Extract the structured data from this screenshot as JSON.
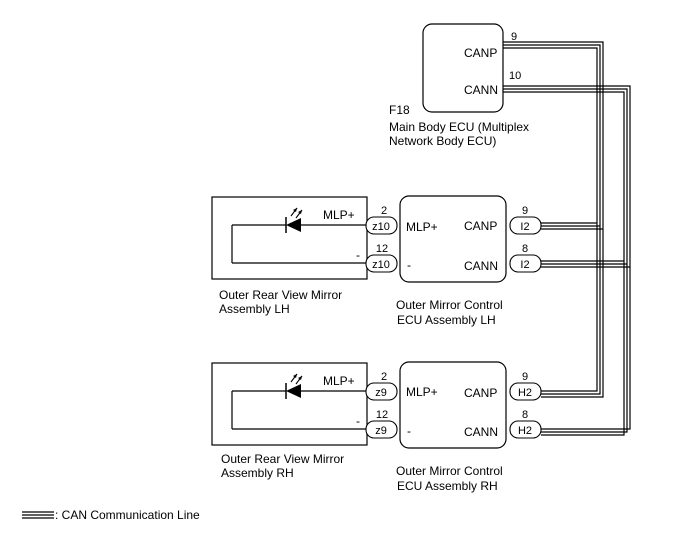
{
  "main_ecu": {
    "code": "F18",
    "name_line1": "Main Body ECU (Multiplex",
    "name_line2": "Network Body ECU)",
    "canp_label": "CANP",
    "cann_label": "CANN",
    "canp_pin": "9",
    "cann_pin": "10"
  },
  "lh": {
    "mirror_line1": "Outer Rear View Mirror",
    "mirror_line2": "Assembly LH",
    "mirror_pos_label": "MLP+",
    "mirror_neg_label": "-",
    "ecu_line1": "Outer Mirror Control",
    "ecu_line2": "ECU Assembly LH",
    "ecu_mlp_label": "MLP+",
    "ecu_neg_label": "-",
    "ecu_canp_label": "CANP",
    "ecu_cann_label": "CANN",
    "z_connector": "z10",
    "z_pin_top": "2",
    "z_pin_bottom": "12",
    "can_connector": "I2",
    "can_pin_top": "9",
    "can_pin_bottom": "8"
  },
  "rh": {
    "mirror_line1": "Outer Rear View Mirror",
    "mirror_line2": "Assembly RH",
    "mirror_pos_label": "MLP+",
    "mirror_neg_label": "-",
    "ecu_line1": "Outer Mirror Control",
    "ecu_line2": "ECU Assembly RH",
    "ecu_mlp_label": "MLP+",
    "ecu_neg_label": "-",
    "ecu_canp_label": "CANP",
    "ecu_cann_label": "CANN",
    "z_connector": "z9",
    "z_pin_top": "2",
    "z_pin_bottom": "12",
    "can_connector": "H2",
    "can_pin_top": "9",
    "can_pin_bottom": "8"
  },
  "legend": {
    "text": ": CAN Communication Line"
  }
}
